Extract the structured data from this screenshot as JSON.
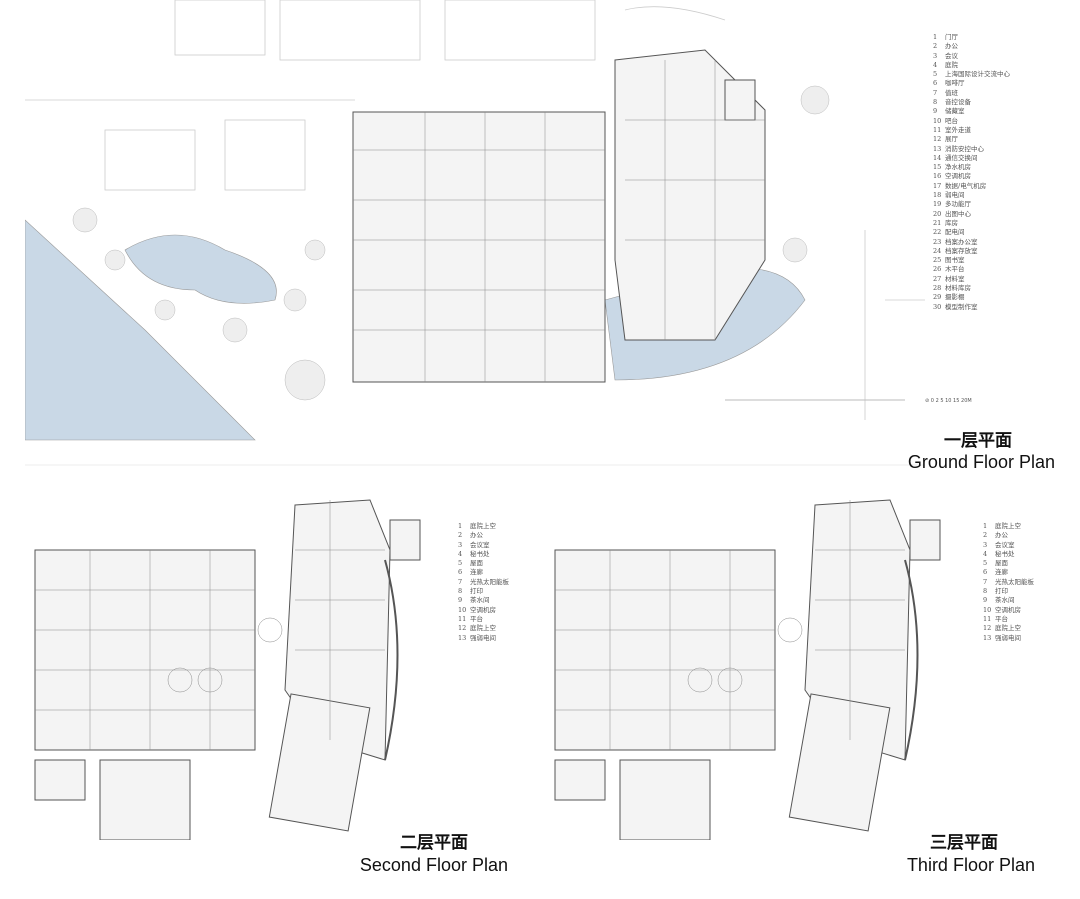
{
  "ground_floor": {
    "title_cn": "一层平面",
    "title_en": "Ground Floor Plan",
    "scale_label": "0 2 5 10 15 20M",
    "legend": [
      {
        "n": "1",
        "label": "门厅"
      },
      {
        "n": "2",
        "label": "办公"
      },
      {
        "n": "3",
        "label": "会议"
      },
      {
        "n": "4",
        "label": "庭院"
      },
      {
        "n": "5",
        "label": "上海国际设计交流中心"
      },
      {
        "n": "6",
        "label": "咖啡厅"
      },
      {
        "n": "7",
        "label": "值班"
      },
      {
        "n": "8",
        "label": "音控设备"
      },
      {
        "n": "9",
        "label": "储藏室"
      },
      {
        "n": "10",
        "label": "吧台"
      },
      {
        "n": "11",
        "label": "室外走道"
      },
      {
        "n": "12",
        "label": "展厅"
      },
      {
        "n": "13",
        "label": "消防安控中心"
      },
      {
        "n": "14",
        "label": "通信交换间"
      },
      {
        "n": "15",
        "label": "净水机房"
      },
      {
        "n": "16",
        "label": "空调机房"
      },
      {
        "n": "17",
        "label": "数据/电气机房"
      },
      {
        "n": "18",
        "label": "弱电间"
      },
      {
        "n": "19",
        "label": "多功能厅"
      },
      {
        "n": "20",
        "label": "出图中心"
      },
      {
        "n": "21",
        "label": "库房"
      },
      {
        "n": "22",
        "label": "配电间"
      },
      {
        "n": "23",
        "label": "档案办公室"
      },
      {
        "n": "24",
        "label": "档案存放室"
      },
      {
        "n": "25",
        "label": "图书室"
      },
      {
        "n": "26",
        "label": "木平台"
      },
      {
        "n": "27",
        "label": "材料室"
      },
      {
        "n": "28",
        "label": "材料库房"
      },
      {
        "n": "29",
        "label": "摄影棚"
      },
      {
        "n": "30",
        "label": "模型制作室"
      }
    ]
  },
  "second_floor": {
    "title_cn": "二层平面",
    "title_en": "Second Floor Plan",
    "legend": [
      {
        "n": "1",
        "label": "庭院上空"
      },
      {
        "n": "2",
        "label": "办公"
      },
      {
        "n": "3",
        "label": "会议室"
      },
      {
        "n": "4",
        "label": "秘书处"
      },
      {
        "n": "5",
        "label": "屋面"
      },
      {
        "n": "6",
        "label": "连廊"
      },
      {
        "n": "7",
        "label": "光热太阳能板"
      },
      {
        "n": "8",
        "label": "打印"
      },
      {
        "n": "9",
        "label": "茶水间"
      },
      {
        "n": "10",
        "label": "空调机房"
      },
      {
        "n": "11",
        "label": "平台"
      },
      {
        "n": "12",
        "label": "庭院上空"
      },
      {
        "n": "13",
        "label": "强弱电间"
      }
    ]
  },
  "third_floor": {
    "title_cn": "三层平面",
    "title_en": "Third Floor Plan",
    "legend": [
      {
        "n": "1",
        "label": "庭院上空"
      },
      {
        "n": "2",
        "label": "办公"
      },
      {
        "n": "3",
        "label": "会议室"
      },
      {
        "n": "4",
        "label": "秘书处"
      },
      {
        "n": "5",
        "label": "屋面"
      },
      {
        "n": "6",
        "label": "连廊"
      },
      {
        "n": "7",
        "label": "光热太阳能板"
      },
      {
        "n": "8",
        "label": "打印"
      },
      {
        "n": "9",
        "label": "茶水间"
      },
      {
        "n": "10",
        "label": "空调机房"
      },
      {
        "n": "11",
        "label": "平台"
      },
      {
        "n": "12",
        "label": "庭院上空"
      },
      {
        "n": "13",
        "label": "强弱电间"
      }
    ]
  },
  "colors": {
    "water": "#c9d8e6",
    "line": "#555555",
    "fill": "#f2f2f2",
    "dark": "#888888"
  }
}
